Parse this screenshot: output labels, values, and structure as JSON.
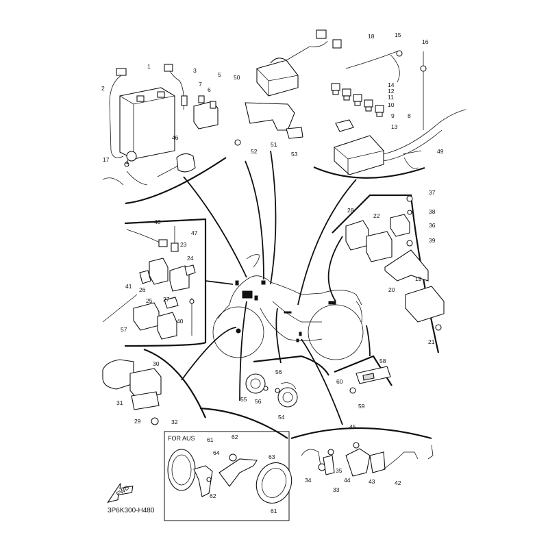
{
  "diagram": {
    "reference_code": "3P6K300-H480",
    "fwd_label": "FWD",
    "aus_box_title": "FOR AUS",
    "callouts": [
      {
        "id": "c1",
        "text": "1"
      },
      {
        "id": "c2",
        "text": "2"
      },
      {
        "id": "c3",
        "text": "3"
      },
      {
        "id": "c4",
        "text": "4"
      },
      {
        "id": "c5",
        "text": "5"
      },
      {
        "id": "c6",
        "text": "6"
      },
      {
        "id": "c7",
        "text": "7"
      },
      {
        "id": "c8",
        "text": "8"
      },
      {
        "id": "c9",
        "text": "9"
      },
      {
        "id": "c10",
        "text": "10"
      },
      {
        "id": "c11",
        "text": "11"
      },
      {
        "id": "c12",
        "text": "12"
      },
      {
        "id": "c13",
        "text": "13"
      },
      {
        "id": "c14",
        "text": "14"
      },
      {
        "id": "c15",
        "text": "15"
      },
      {
        "id": "c16",
        "text": "16"
      },
      {
        "id": "c17",
        "text": "17"
      },
      {
        "id": "c18",
        "text": "18"
      },
      {
        "id": "c19",
        "text": "19"
      },
      {
        "id": "c20",
        "text": "20"
      },
      {
        "id": "c21",
        "text": "21"
      },
      {
        "id": "c22",
        "text": "22"
      },
      {
        "id": "c23",
        "text": "23"
      },
      {
        "id": "c24",
        "text": "24"
      },
      {
        "id": "c25",
        "text": "25"
      },
      {
        "id": "c26",
        "text": "26"
      },
      {
        "id": "c27",
        "text": "27"
      },
      {
        "id": "c28",
        "text": "28"
      },
      {
        "id": "c29",
        "text": "29"
      },
      {
        "id": "c30",
        "text": "30"
      },
      {
        "id": "c31",
        "text": "31"
      },
      {
        "id": "c32",
        "text": "32"
      },
      {
        "id": "c33",
        "text": "33"
      },
      {
        "id": "c34",
        "text": "34"
      },
      {
        "id": "c35",
        "text": "35"
      },
      {
        "id": "c36",
        "text": "36"
      },
      {
        "id": "c37",
        "text": "37"
      },
      {
        "id": "c38",
        "text": "38"
      },
      {
        "id": "c39",
        "text": "39"
      },
      {
        "id": "c40",
        "text": "40"
      },
      {
        "id": "c41",
        "text": "41"
      },
      {
        "id": "c42",
        "text": "42"
      },
      {
        "id": "c43",
        "text": "43"
      },
      {
        "id": "c44",
        "text": "44"
      },
      {
        "id": "c45",
        "text": "45"
      },
      {
        "id": "c46",
        "text": "46"
      },
      {
        "id": "c47",
        "text": "47"
      },
      {
        "id": "c48",
        "text": "48"
      },
      {
        "id": "c49",
        "text": "49"
      },
      {
        "id": "c50",
        "text": "50"
      },
      {
        "id": "c51",
        "text": "51"
      },
      {
        "id": "c52",
        "text": "52"
      },
      {
        "id": "c53",
        "text": "53"
      },
      {
        "id": "c54",
        "text": "54"
      },
      {
        "id": "c55",
        "text": "55"
      },
      {
        "id": "c56a",
        "text": "56"
      },
      {
        "id": "c56b",
        "text": "56"
      },
      {
        "id": "c57",
        "text": "57"
      },
      {
        "id": "c58",
        "text": "58"
      },
      {
        "id": "c59",
        "text": "59"
      },
      {
        "id": "c60",
        "text": "60"
      },
      {
        "id": "c61a",
        "text": "61"
      },
      {
        "id": "c61b",
        "text": "61"
      },
      {
        "id": "c62a",
        "text": "62"
      },
      {
        "id": "c62b",
        "text": "62"
      },
      {
        "id": "c63",
        "text": "63"
      },
      {
        "id": "c64",
        "text": "64"
      }
    ]
  }
}
